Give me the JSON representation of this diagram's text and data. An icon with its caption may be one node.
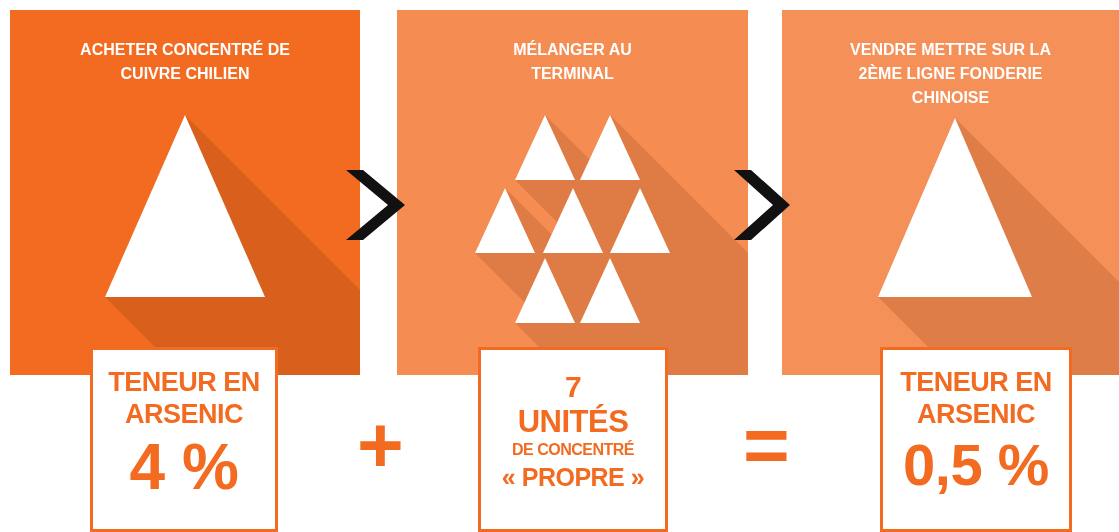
{
  "diagram": {
    "nodes": [
      {
        "text": [
          "ACHETER CONCENTRÉ DE CUIVRE CHILIEN"
        ]
      },
      {
        "text": [
          "MÉLANGER AU TERMINAL"
        ]
      },
      {
        "text": [
          "VENDRE METTRE SUR LA 2ÈME LIGNE FONDERIE CHINOISE"
        ]
      },
      {
        "text": [
          "TENEUR EN ARSENIC",
          "4 %"
        ]
      },
      {
        "text": [
          "7",
          "UNITÉS",
          "DE CONCENTRÉ",
          "« PROPRE »"
        ]
      },
      {
        "text": [
          "TENEUR EN ARSENIC",
          "0,5 %"
        ]
      }
    ],
    "edges": [
      {
        "from": 0,
        "to": 1,
        "arrow": "to"
      },
      {
        "from": 1,
        "to": 2,
        "arrow": "to"
      }
    ],
    "labels": [
      "+",
      "="
    ]
  }
}
